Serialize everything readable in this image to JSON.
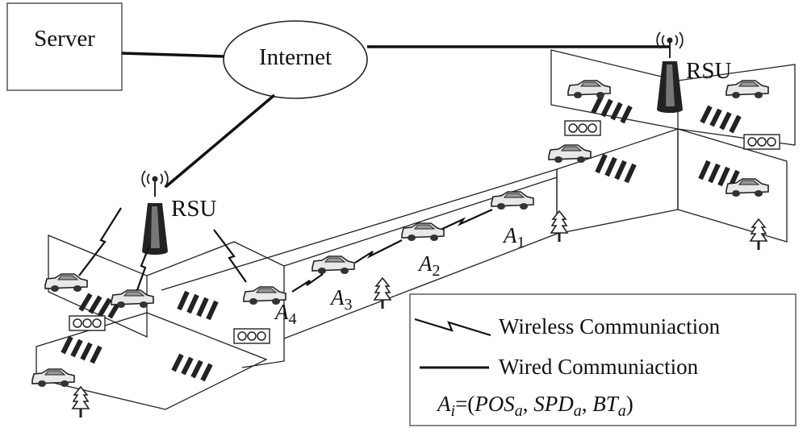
{
  "nodes": {
    "server": "Server",
    "internet": "Internet",
    "rsu_left": "RSU",
    "rsu_right": "RSU"
  },
  "vehicles": {
    "a1": {
      "base": "A",
      "sub": "1"
    },
    "a2": {
      "base": "A",
      "sub": "2"
    },
    "a3": {
      "base": "A",
      "sub": "3"
    },
    "a4": {
      "base": "A",
      "sub": "4"
    }
  },
  "legend": {
    "wireless": "Wireless Communiaction",
    "wired": "Wired Communiaction",
    "formula": {
      "lhs_base": "A",
      "lhs_sub": "i",
      "eq_open": "=(",
      "pos": "POS",
      "pos_sub": "a",
      "spd": "SPD",
      "spd_sub": "a",
      "bt": "BT",
      "bt_sub": "a",
      "comma": ", ",
      "close": ")"
    }
  },
  "icons": [
    "antenna-icon",
    "car-icon",
    "traffic-light-icon",
    "tree-icon",
    "lightning-icon"
  ]
}
